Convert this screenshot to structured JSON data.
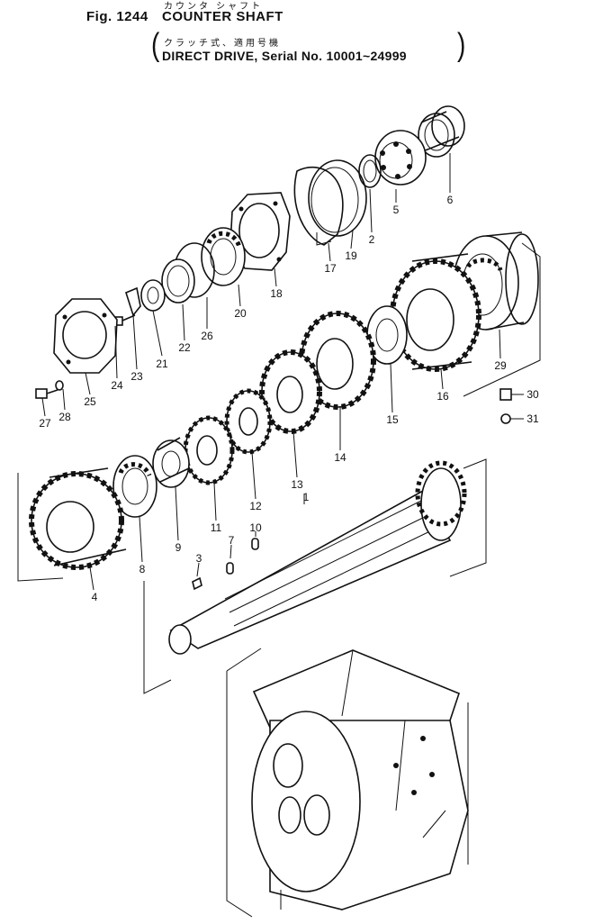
{
  "header": {
    "kana_title": "カウンタ シャフト",
    "fig_number": "Fig. 1244",
    "title": "COUNTER SHAFT",
    "kana_sub": "クラッチ式、適用号機",
    "subtitle": "DIRECT DRIVE, Serial No. 10001~24999",
    "paren_open": "(",
    "paren_close": ")"
  },
  "callouts": [
    "1",
    "2",
    "3",
    "4",
    "5",
    "6",
    "7",
    "8",
    "9",
    "10",
    "11",
    "12",
    "13",
    "14",
    "15",
    "16",
    "17",
    "18",
    "19",
    "20",
    "21",
    "22",
    "23",
    "24",
    "25",
    "26",
    "27",
    "28",
    "29",
    "30",
    "31"
  ]
}
